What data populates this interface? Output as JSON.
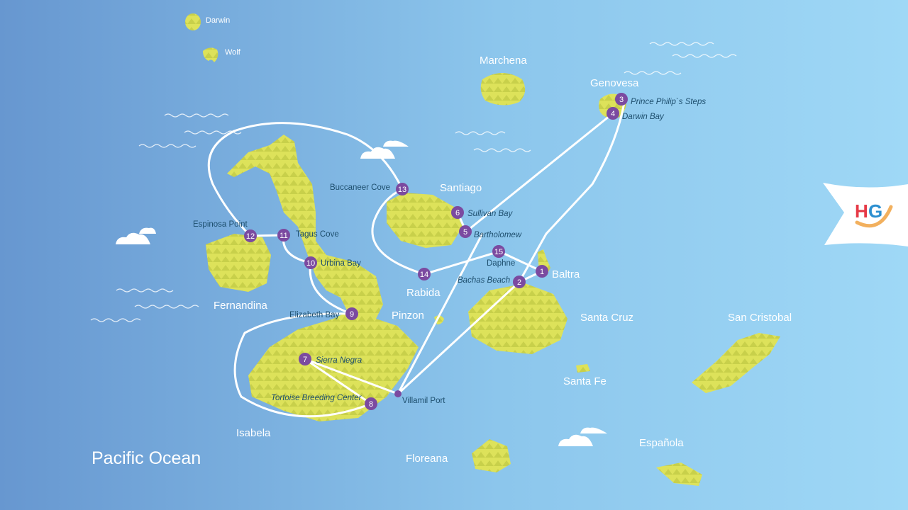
{
  "ocean_label": "Pacific Ocean",
  "islands": {
    "darwin": "Darwin",
    "wolf": "Wolf",
    "marchena": "Marchena",
    "genovesa": "Genovesa",
    "santiago": "Santiago",
    "fernandina": "Fernandina",
    "isabela": "Isabela",
    "rabida": "Rabida",
    "pinzon": "Pinzon",
    "baltra": "Baltra",
    "santa_cruz": "Santa Cruz",
    "santa_fe": "Santa Fe",
    "san_cristobal": "San Cristobal",
    "floreana": "Floreana",
    "espanola": "Española"
  },
  "stops": [
    {
      "n": "1",
      "name": ""
    },
    {
      "n": "2",
      "name": "Bachas Beach"
    },
    {
      "n": "3",
      "name": "Prince Philip`s Steps"
    },
    {
      "n": "4",
      "name": "Darwin Bay"
    },
    {
      "n": "5",
      "name": "Bartholomew"
    },
    {
      "n": "6",
      "name": "Sullivan Bay"
    },
    {
      "n": "7",
      "name": "Sierra Negra"
    },
    {
      "n": "8",
      "name": "Tortoise Breeding Center"
    },
    {
      "n": "9",
      "name": "Elizabeth Bay"
    },
    {
      "n": "10",
      "name": "Urbina Bay"
    },
    {
      "n": "11",
      "name": "Tagus Cove"
    },
    {
      "n": "12",
      "name": "Espinosa Point"
    },
    {
      "n": "13",
      "name": "Buccaneer Cove"
    },
    {
      "n": "14",
      "name": ""
    },
    {
      "n": "15",
      "name": "Daphne"
    }
  ],
  "ports": {
    "villamil": "Villamil Port"
  },
  "logo": {
    "text": "HG"
  },
  "colors": {
    "ocean_left": "#6a9bd2",
    "ocean_right": "#9dd6f5",
    "land": "#dde25a",
    "marker": "#7b4aa0",
    "route": "#ffffff"
  }
}
